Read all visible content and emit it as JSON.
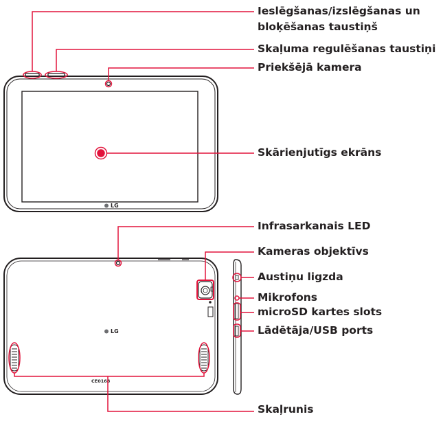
{
  "diagram": {
    "accent_color": "#e2133b",
    "outline_color": "#231f20",
    "front": {
      "logo_text": "LG",
      "labels": {
        "power_lock_line1": "Ieslēgšanas/izslēgšanas un",
        "power_lock_line2": "bloķēšanas taustiņš",
        "volume_keys": "Skaļuma regulēšanas taustiņi",
        "front_camera": "Priekšējā kamera",
        "touchscreen": "Skārienjutīgs ekrāns"
      }
    },
    "back": {
      "logo_text": "LG",
      "ce_mark": "CE0168",
      "labels": {
        "ir_led": "Infrasarkanais LED",
        "camera_lens": "Kameras objektīvs",
        "headset_jack": "Austiņu ligzda",
        "microphone": "Mikrofons",
        "microsd_slot": "microSD kartes slots",
        "charger_usb": "Lādētāja/USB ports",
        "speaker": "Skaļrunis"
      }
    }
  }
}
